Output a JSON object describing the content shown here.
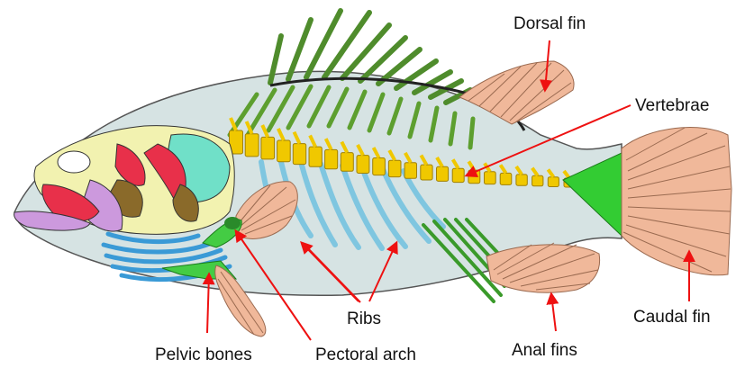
{
  "labels": {
    "dorsal_fin": "Dorsal fin",
    "vertebrae": "Vertebrae",
    "caudal_fin": "Caudal fin",
    "anal_fins": "Anal fins",
    "ribs": "Ribs",
    "pectoral_arch": "Pectoral arch",
    "pelvic_bones": "Pelvic bones"
  },
  "colors": {
    "body": "#d6e3e3",
    "outline": "#555555",
    "vertebrae": "#f0c800",
    "ribs": "#7fc6e0",
    "ribs_lower": "#3a9ad6",
    "spines": "#4f8c2c",
    "fin": "#f0b89a",
    "fin_ray": "#9a6a50",
    "caudal_base": "#33cc33",
    "skull_yellow": "#f2f2b0",
    "jaw_red": "#e8304a",
    "skull_teal": "#70e0c8",
    "skull_brown": "#8a6a2a",
    "skull_lilac": "#cc99dd",
    "arrow": "#ee1111",
    "text": "#111111"
  }
}
